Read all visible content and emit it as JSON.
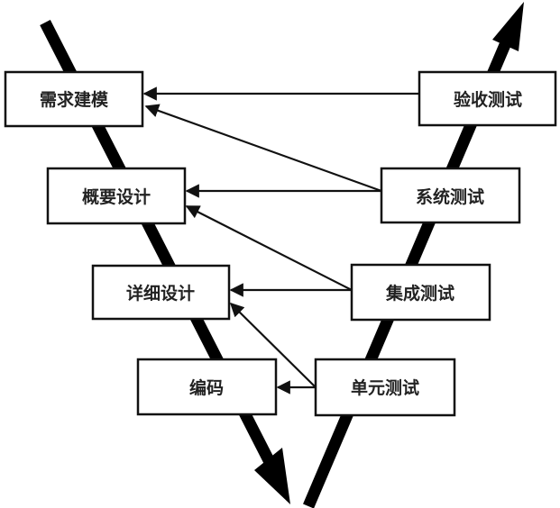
{
  "diagram": {
    "type": "V-model",
    "colors": {
      "stroke": "#111111",
      "fill": "#ffffff",
      "text": "#222222"
    },
    "left_branch": {
      "direction": "down",
      "nodes": [
        {
          "id": "req",
          "label": "需求建模"
        },
        {
          "id": "hld",
          "label": "概要设计"
        },
        {
          "id": "lld",
          "label": "详细设计"
        },
        {
          "id": "code",
          "label": "编码"
        }
      ]
    },
    "right_branch": {
      "direction": "up",
      "nodes": [
        {
          "id": "acc",
          "label": "验收测试"
        },
        {
          "id": "sys",
          "label": "系统测试"
        },
        {
          "id": "int",
          "label": "集成测试"
        },
        {
          "id": "unit",
          "label": "单元测试"
        }
      ]
    },
    "links": [
      {
        "from": "acc",
        "to": "req"
      },
      {
        "from": "sys",
        "to": "req"
      },
      {
        "from": "sys",
        "to": "hld"
      },
      {
        "from": "int",
        "to": "hld"
      },
      {
        "from": "int",
        "to": "lld"
      },
      {
        "from": "unit",
        "to": "lld"
      },
      {
        "from": "unit",
        "to": "code"
      }
    ]
  }
}
